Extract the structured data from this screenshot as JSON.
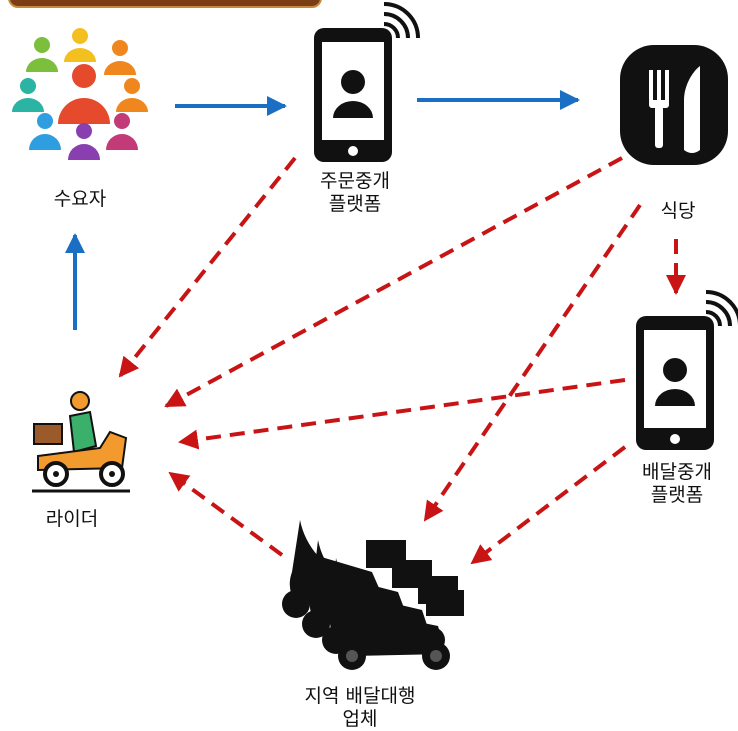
{
  "nodes": {
    "consumer": {
      "label": "수요자"
    },
    "order_platform": {
      "label_line1": "주문중개",
      "label_line2": "플랫폼"
    },
    "restaurant": {
      "label": "식당"
    },
    "delivery_platform": {
      "label_line1": "배달중개",
      "label_line2": "플랫폼"
    },
    "rider": {
      "label": "라이더"
    },
    "delivery_agency": {
      "label_line1": "지역 배달대행",
      "label_line2": "업체"
    }
  },
  "colors": {
    "solid_arrow": "#1a6fc4",
    "dashed_arrow": "#c81414",
    "icon_dark": "#111111",
    "header_bar": "#7a3d14"
  },
  "edges": [
    {
      "from": "consumer",
      "to": "order_platform",
      "style": "solid"
    },
    {
      "from": "order_platform",
      "to": "restaurant",
      "style": "solid"
    },
    {
      "from": "rider",
      "to": "consumer",
      "style": "solid"
    },
    {
      "from": "restaurant",
      "to": "delivery_platform",
      "style": "dashed"
    },
    {
      "from": "order_platform",
      "to": "rider",
      "style": "dashed"
    },
    {
      "from": "restaurant",
      "to": "rider",
      "style": "dashed"
    },
    {
      "from": "restaurant",
      "to": "delivery_agency",
      "style": "dashed"
    },
    {
      "from": "delivery_platform",
      "to": "rider",
      "style": "dashed"
    },
    {
      "from": "delivery_platform",
      "to": "delivery_agency",
      "style": "dashed"
    },
    {
      "from": "delivery_agency",
      "to": "rider",
      "style": "dashed"
    }
  ],
  "icons": {
    "consumer": "people-crowd-icon",
    "order_platform": "smartphone-user-icon",
    "restaurant": "fork-knife-icon",
    "delivery_platform": "smartphone-user-icon",
    "rider": "delivery-scooter-icon",
    "delivery_agency": "scooter-fleet-icon"
  }
}
